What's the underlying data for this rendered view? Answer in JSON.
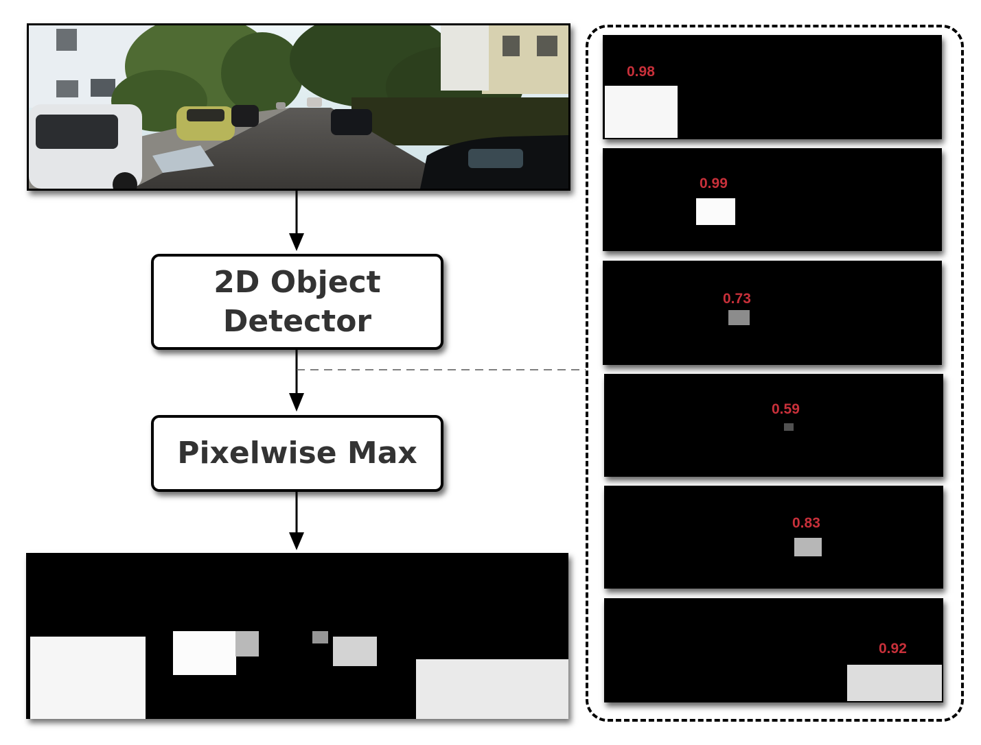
{
  "detector": {
    "line1": "2D Object",
    "line2": "Detector"
  },
  "pixelwise": {
    "label": "Pixelwise Max"
  },
  "detection_masks": [
    {
      "score": "0.98",
      "level": 0.98
    },
    {
      "score": "0.99",
      "level": 0.99
    },
    {
      "score": "0.73",
      "level": 0.73
    },
    {
      "score": "0.59",
      "level": 0.59
    },
    {
      "score": "0.83",
      "level": 0.83
    },
    {
      "score": "0.92",
      "level": 0.92
    }
  ],
  "colors": {
    "score_text": "#c8303a",
    "box_text": "#333333",
    "mask_background": "#000000"
  }
}
